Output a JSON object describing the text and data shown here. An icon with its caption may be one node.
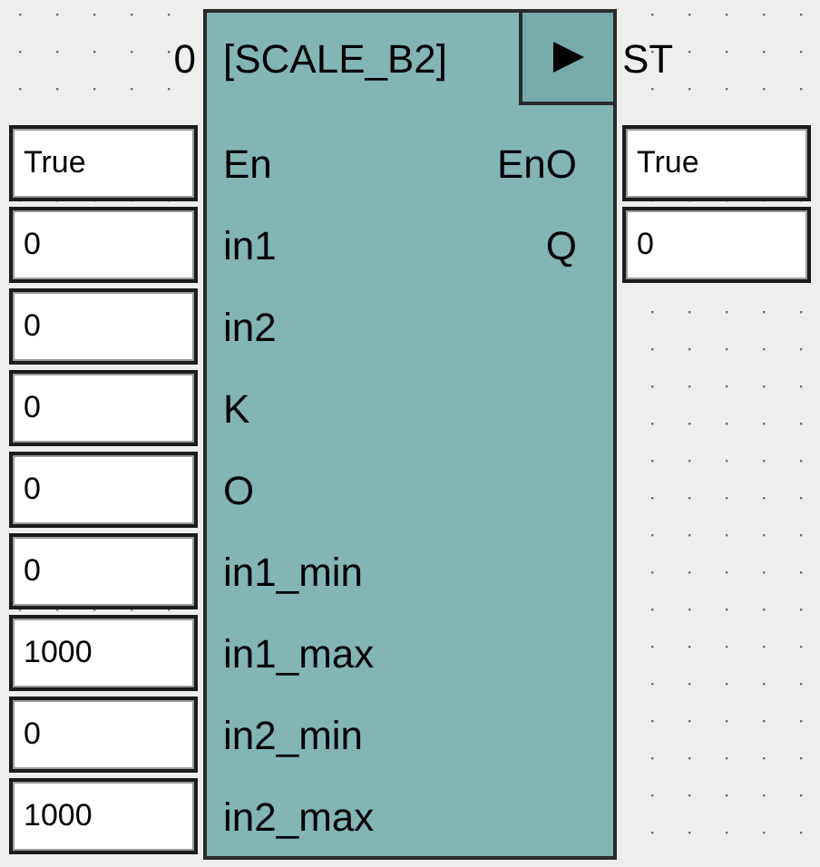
{
  "diagram": {
    "nodes": [
      {
        "text": [
          "[SCALE_B2]",
          "En",
          "EnO",
          "in1",
          "Q",
          "in2",
          "K",
          "O",
          "in1_min",
          "in1_max",
          "in2_min",
          "in2_max"
        ],
        "beside": [
          "0",
          "ST"
        ]
      },
      {
        "text": [
          "True"
        ]
      },
      {
        "text": [
          "True"
        ]
      },
      {
        "text": [
          "0"
        ]
      },
      {
        "text": [
          "0"
        ]
      },
      {
        "text": [
          "0"
        ]
      },
      {
        "text": [
          "0"
        ]
      },
      {
        "text": [
          "0"
        ]
      },
      {
        "text": [
          "0"
        ]
      },
      {
        "text": [
          "1000"
        ]
      },
      {
        "text": [
          "0"
        ]
      },
      {
        "text": [
          "1000"
        ]
      }
    ]
  }
}
